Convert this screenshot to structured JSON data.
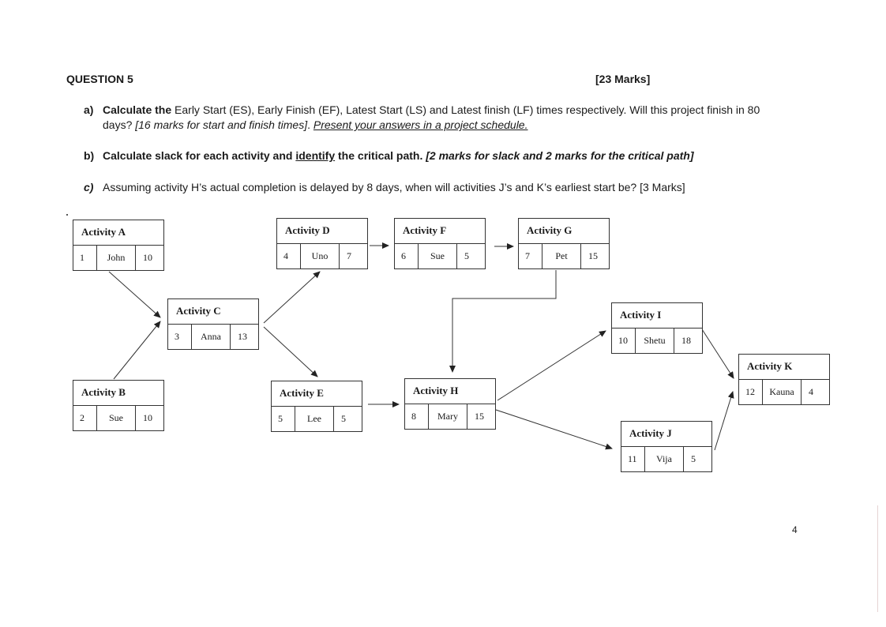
{
  "question": {
    "title": "QUESTION 5",
    "marks": "[23 Marks]"
  },
  "parts": {
    "a": {
      "label": "a)",
      "bold_lead": "Calculate the",
      "text1": " Early Start (ES), Early Finish (EF), Latest Start (LS) and Latest finish (LF) times respectively. Will this project finish in 80 days? ",
      "italic": "[16 marks for start and finish times]",
      "text2": ". ",
      "underlined_italic": "Present your answers in a project schedule."
    },
    "b": {
      "label": "b)",
      "text1": "Calculate slack for each activity and ",
      "underlined": "identify",
      "text2": " the critical path. ",
      "italic": "[2 marks for slack and 2 marks for the critical path]"
    },
    "c": {
      "label": "c)",
      "text": "Assuming activity H’s actual completion is delayed by 8 days, when will activities J’s and K’s earliest start be? [3 Marks]"
    }
  },
  "network": {
    "activities": [
      {
        "key": "A",
        "title": "Activity A",
        "number": "1",
        "person": "John",
        "duration": "10"
      },
      {
        "key": "B",
        "title": "Activity B",
        "number": "2",
        "person": "Sue",
        "duration": "10"
      },
      {
        "key": "C",
        "title": "Activity C",
        "number": "3",
        "person": "Anna",
        "duration": "13"
      },
      {
        "key": "D",
        "title": "Activity D",
        "number": "4",
        "person": "Uno",
        "duration": "7"
      },
      {
        "key": "E",
        "title": "Activity E",
        "number": "5",
        "person": "Lee",
        "duration": "5"
      },
      {
        "key": "F",
        "title": "Activity F",
        "number": "6",
        "person": "Sue",
        "duration": "5"
      },
      {
        "key": "G",
        "title": "Activity G",
        "number": "7",
        "person": "Pet",
        "duration": "15"
      },
      {
        "key": "H",
        "title": "Activity H",
        "number": "8",
        "person": "Mary",
        "duration": "15"
      },
      {
        "key": "I",
        "title": "Activity I",
        "number": "10",
        "person": "Shetu",
        "duration": "18"
      },
      {
        "key": "J",
        "title": "Activity J",
        "number": "11",
        "person": "Vija",
        "duration": "5"
      },
      {
        "key": "K",
        "title": "Activity K",
        "number": "12",
        "person": "Kauna",
        "duration": "4"
      }
    ],
    "dependencies": [
      [
        "A",
        "C"
      ],
      [
        "B",
        "C"
      ],
      [
        "C",
        "D"
      ],
      [
        "C",
        "E"
      ],
      [
        "D",
        "F"
      ],
      [
        "F",
        "G"
      ],
      [
        "G",
        "H"
      ],
      [
        "E",
        "H"
      ],
      [
        "H",
        "I"
      ],
      [
        "H",
        "J"
      ],
      [
        "I",
        "K"
      ],
      [
        "J",
        "K"
      ]
    ]
  },
  "footer": {
    "page_number": "4"
  }
}
